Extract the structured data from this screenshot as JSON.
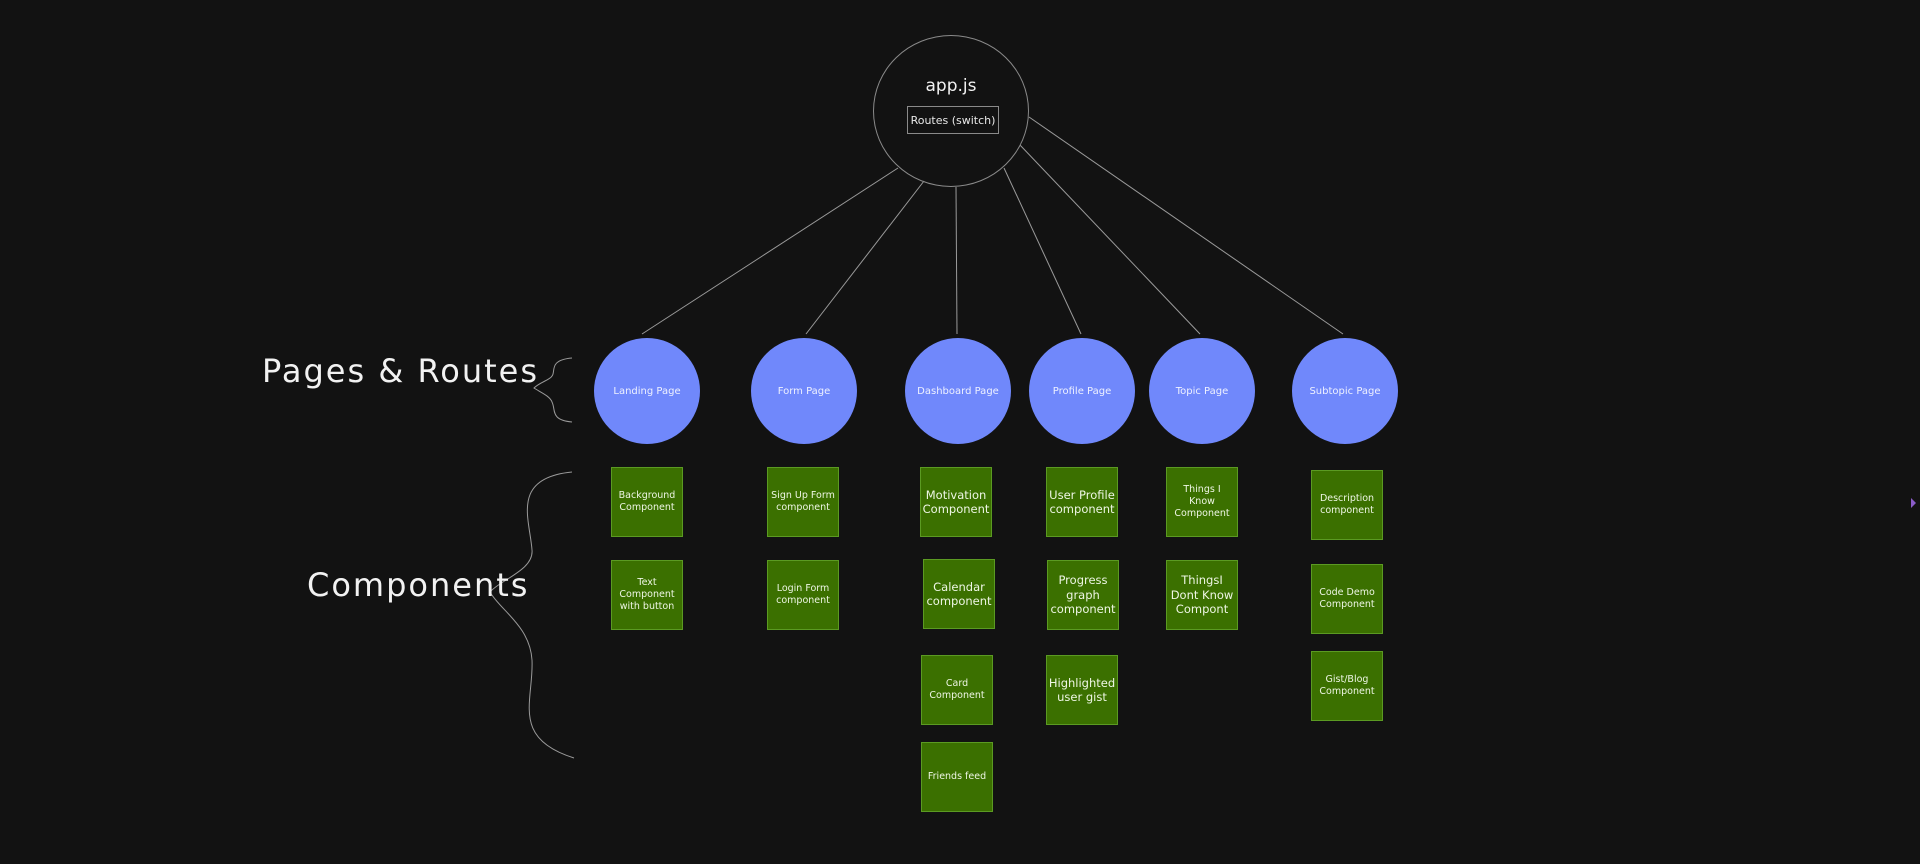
{
  "root": {
    "title": "app.js",
    "subtitle": "Routes (switch)"
  },
  "labels": {
    "pages": "Pages & Routes",
    "components": "Components"
  },
  "pages": [
    {
      "label": "Landing Page",
      "components": [
        "Background\nComponent",
        "Text Component\nwith button"
      ]
    },
    {
      "label": "Form Page",
      "components": [
        "Sign Up Form\ncomponent",
        "Login Form\ncomponent"
      ]
    },
    {
      "label": "Dashboard Page",
      "components": [
        "Motivation\nComponent",
        "Calendar\ncomponent",
        "Card Component",
        "Friends feed"
      ]
    },
    {
      "label": "Profile Page",
      "components": [
        "User Profile\ncomponent",
        "Progress\ngraph\ncomponent",
        "Highlighted\nuser gist"
      ]
    },
    {
      "label": "Topic Page",
      "components": [
        "Things I Know\nComponent",
        "ThingsI\nDont Know\nCompont"
      ]
    },
    {
      "label": "Subtopic Page",
      "components": [
        "Description\ncomponent",
        "Code Demo\nComponent",
        "Gist/Blog\nComponent"
      ]
    }
  ],
  "colors": {
    "background": "#121212",
    "page_node": "#7088fb",
    "component_node": "#3b7000",
    "line": "#9a9a9a"
  }
}
